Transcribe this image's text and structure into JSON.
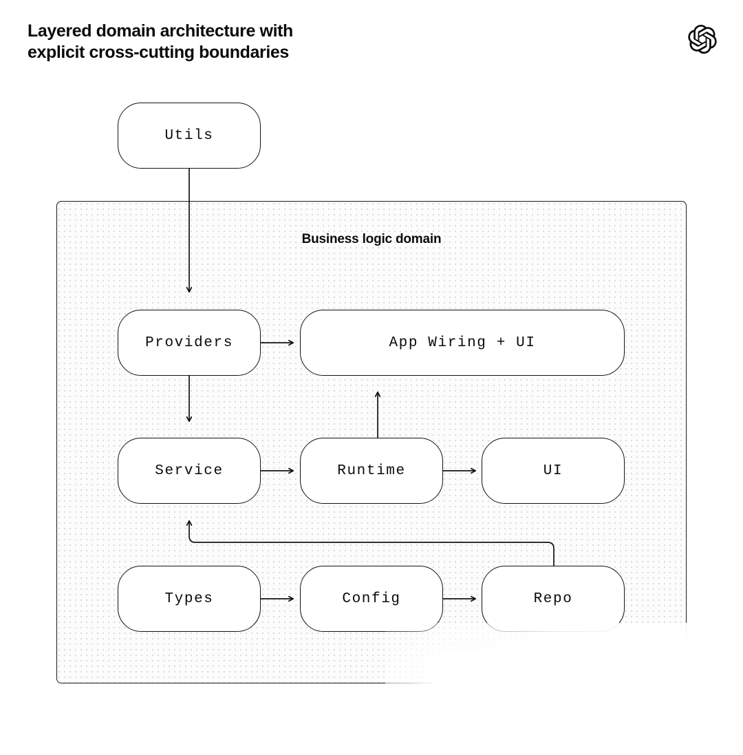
{
  "header": {
    "title": "Layered domain architecture with\nexplicit cross-cutting boundaries",
    "logo_icon": "openai-logo-icon"
  },
  "diagram": {
    "type": "flowchart",
    "container": {
      "label": "Business logic domain",
      "style": "dotted-fill",
      "border_color": "#1a1a1a",
      "fill_color": "#fcfcfc",
      "dot_color": "#d9d9d9"
    },
    "node_style": {
      "shape": "rounded-rectangle",
      "border_color": "#121212",
      "fill_color": "#ffffff",
      "text_color": "#0b0b0b",
      "font": "monospace"
    },
    "nodes": [
      {
        "id": "utils",
        "label": "Utils",
        "inside_container": false
      },
      {
        "id": "providers",
        "label": "Providers",
        "inside_container": true
      },
      {
        "id": "appwiring",
        "label": "App Wiring + UI",
        "inside_container": true
      },
      {
        "id": "service",
        "label": "Service",
        "inside_container": true
      },
      {
        "id": "runtime",
        "label": "Runtime",
        "inside_container": true
      },
      {
        "id": "ui",
        "label": "UI",
        "inside_container": true
      },
      {
        "id": "types",
        "label": "Types",
        "inside_container": true
      },
      {
        "id": "config",
        "label": "Config",
        "inside_container": true
      },
      {
        "id": "repo",
        "label": "Repo",
        "inside_container": true
      }
    ],
    "edges": [
      {
        "from": "utils",
        "to": "providers",
        "direction": "down",
        "style": "straight"
      },
      {
        "from": "providers",
        "to": "appwiring",
        "direction": "right",
        "style": "straight"
      },
      {
        "from": "providers",
        "to": "service",
        "direction": "down",
        "style": "straight"
      },
      {
        "from": "service",
        "to": "runtime",
        "direction": "right",
        "style": "straight"
      },
      {
        "from": "runtime",
        "to": "ui",
        "direction": "right",
        "style": "straight"
      },
      {
        "from": "runtime",
        "to": "appwiring",
        "direction": "up",
        "style": "straight"
      },
      {
        "from": "types",
        "to": "config",
        "direction": "right",
        "style": "straight"
      },
      {
        "from": "config",
        "to": "repo",
        "direction": "right",
        "style": "straight"
      },
      {
        "from": "repo",
        "to": "service",
        "direction": "up-left",
        "style": "elbow"
      }
    ],
    "edge_color": "#121212"
  }
}
